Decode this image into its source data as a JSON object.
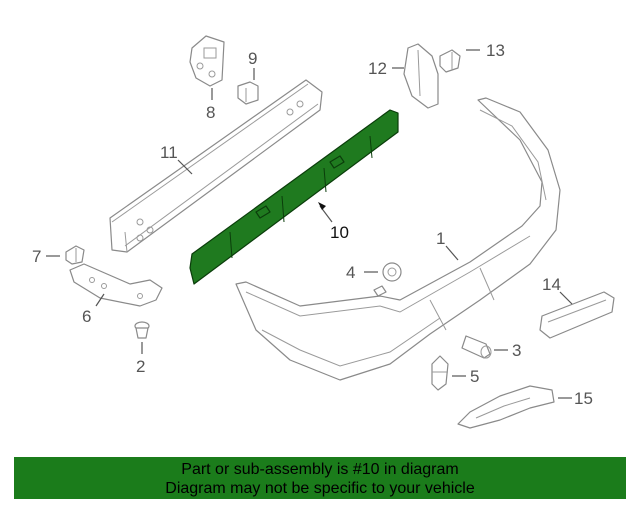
{
  "callouts": {
    "c1": "1",
    "c2": "2",
    "c3": "3",
    "c4": "4",
    "c5": "5",
    "c6": "6",
    "c7": "7",
    "c8": "8",
    "c9": "9",
    "c10": "10",
    "c11": "11",
    "c12": "12",
    "c13": "13",
    "c14": "14",
    "c15": "15"
  },
  "highlight": {
    "part_number": "10",
    "color": "#1f7a1f"
  },
  "banner": {
    "line1": "Part or sub-assembly is #10 in diagram",
    "line2": "Diagram may not be specific to your vehicle",
    "background": "#1b7c1b"
  }
}
